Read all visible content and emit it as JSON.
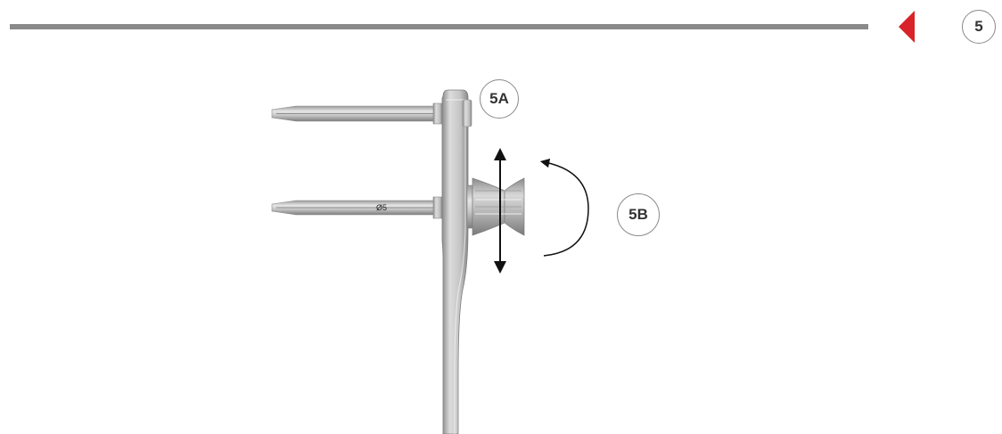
{
  "header": {
    "step_number": "5",
    "accent_color": "#d8232a",
    "rule_color": "#8a8a8a"
  },
  "diagram": {
    "callouts": [
      "5A",
      "5B"
    ],
    "pin_label": "Ø5",
    "icons": {
      "nav_arrow": "triangle-left",
      "translation_arrow": "double-headed-vertical-arrow",
      "rotation_arrow": "curved-rotation-arrow"
    }
  }
}
